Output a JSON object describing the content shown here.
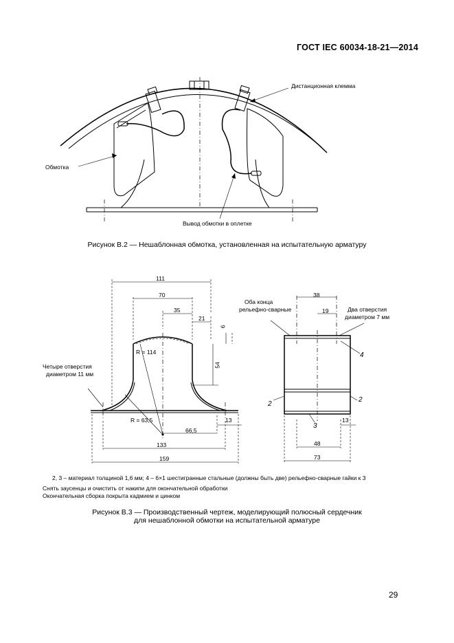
{
  "header": {
    "standard": "ГОСТ IEC 60034-18-21—2014"
  },
  "figure_b2": {
    "labels": {
      "clamp": "Дистанционная клемма",
      "winding": "Обмотка",
      "lead": "Вывод обмотки в оплетке"
    },
    "caption": "Рисунок В.2 — Нешаблонная обмотка, установленная на испытательную арматуру"
  },
  "figure_b3": {
    "left_view": {
      "dims": {
        "d111": "111",
        "d70": "70",
        "d35": "35",
        "d21": "21",
        "d6": "6",
        "d54": "54",
        "r114": "R = 114",
        "r63": "R = 63,5",
        "d66": "66,5",
        "d133": "133",
        "d13": "13",
        "d159": "159"
      },
      "holes_label_line1": "Четыре отверстия",
      "holes_label_line2": "диаметром 11 мм"
    },
    "right_view": {
      "dims": {
        "d38": "38",
        "d19": "19",
        "d13": "13",
        "d48": "48",
        "d73": "73"
      },
      "welded_line1": "Оба конца",
      "welded_line2": "рельефно-сварные",
      "holes_line1": "Два отверстия",
      "holes_line2": "диаметром 7 мм",
      "marks": {
        "m4": "4",
        "m2a": "2",
        "m2b": "2",
        "m3": "3"
      }
    },
    "notes": {
      "line1": "2, 3 – материал толщиной 1,6 мм; 4 – 6×1 шестигранные стальные (должны быть две) рельефно-сварные гайки к 3",
      "line2": "Снять заусенцы и очистить от накипи для окончательной обработки",
      "line3": "Окончательная сборка покрыта кадмием и цинком"
    },
    "caption_line1": "Рисунок В.3 — Производственный чертеж, моделирующий полюсный сердечник",
    "caption_line2": "для нешаблонной обмотки на испытательной арматуре"
  },
  "page_number": "29"
}
